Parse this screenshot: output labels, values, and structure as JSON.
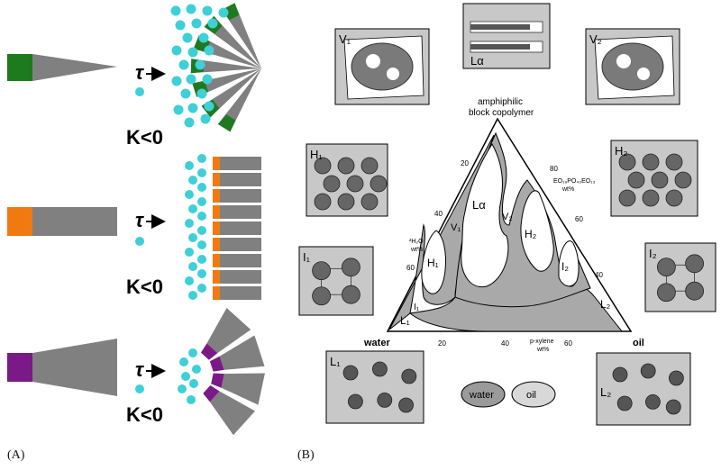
{
  "panel_labels": {
    "a": "(A)",
    "b": "(B)"
  },
  "panel_a": {
    "curvature_label": "K<0",
    "colors": {
      "water": "#3fcfd6",
      "tail": "#808080",
      "head_cone": "#1e7a1e",
      "head_cylinder": "#f07a10",
      "head_wedge": "#7a1a86"
    }
  },
  "panel_b": {
    "apex_label_line1": "amphiphilic",
    "apex_label_line2": "block copolymer",
    "left_vertex": "water",
    "right_vertex": "oil",
    "left_axis_title_line1": "²H₂O",
    "left_axis_title_line2": "wt%",
    "right_axis_title_line1": "EO₁₉PO₄₃EO₁₃",
    "right_axis_title_line2": "wt%",
    "bottom_axis_title_line1": "p-xylene",
    "bottom_axis_title_line2": "wt%",
    "left_ticks": [
      "20",
      "40",
      "60"
    ],
    "right_ticks": [
      "80",
      "60",
      "40"
    ],
    "bottom_ticks": [
      "20",
      "40",
      "60"
    ],
    "region_labels": {
      "La": "Lα",
      "V1": "V₁",
      "V2": "V₂",
      "H1": "H₁",
      "H2": "H₂",
      "I1": "I₁",
      "I2": "I₂",
      "L1": "L₁",
      "L2": "L₂"
    },
    "box_labels": {
      "V1": "V₁",
      "V2": "V₂",
      "La": "Lα",
      "H1": "H₁",
      "H2": "H₂",
      "I1": "I₁",
      "I2": "I₂",
      "L1": "L₁",
      "L2": "L₂"
    },
    "legend": {
      "water": "water",
      "oil": "oil"
    },
    "colors": {
      "box_bg": "#c8c8c8",
      "region": "#a9a9a9",
      "water_ellipse": "#9a9a9a",
      "oil_ellipse": "#d8d8d8"
    }
  }
}
